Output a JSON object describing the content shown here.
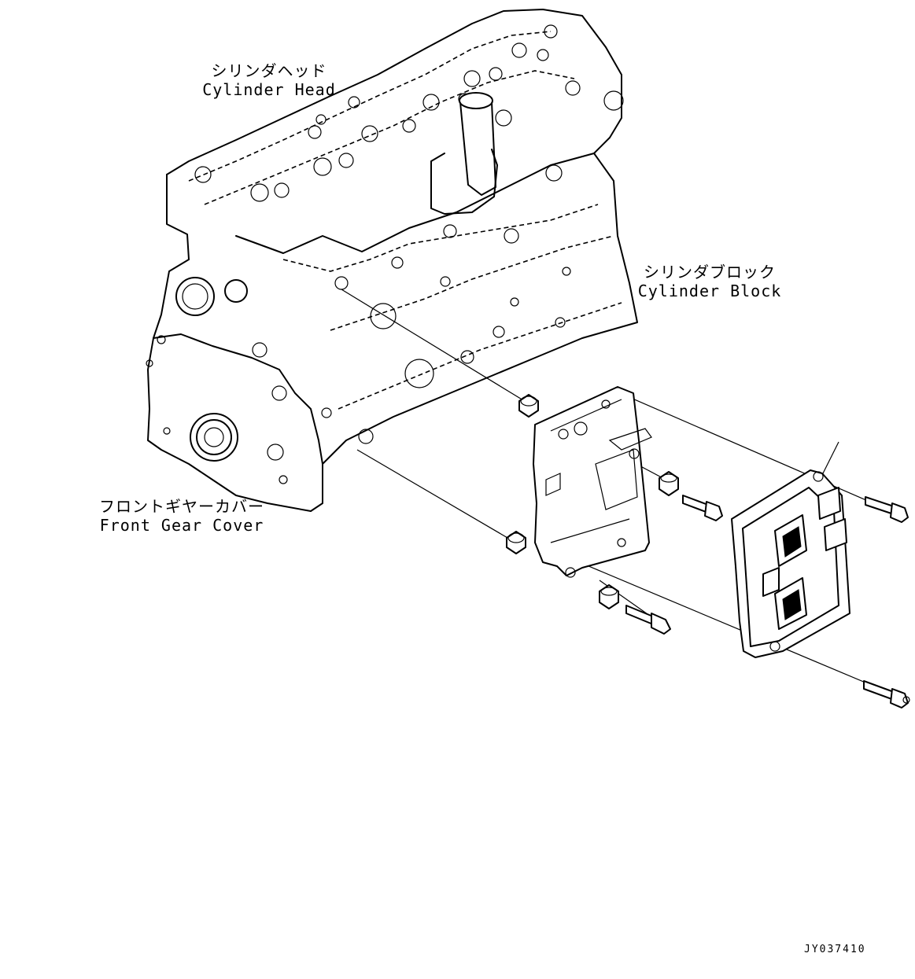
{
  "labels": {
    "cylinder_head_jp": "シリンダヘッド",
    "cylinder_head_en": "Cylinder Head",
    "cylinder_block_jp": "シリンダブロック",
    "cylinder_block_en": "Cylinder Block",
    "front_gear_cover_jp": "フロントギヤーカバー",
    "front_gear_cover_en": "Front Gear Cover"
  },
  "drawing_number": "JY037410",
  "colors": {
    "line": "#000000",
    "background": "#ffffff"
  }
}
